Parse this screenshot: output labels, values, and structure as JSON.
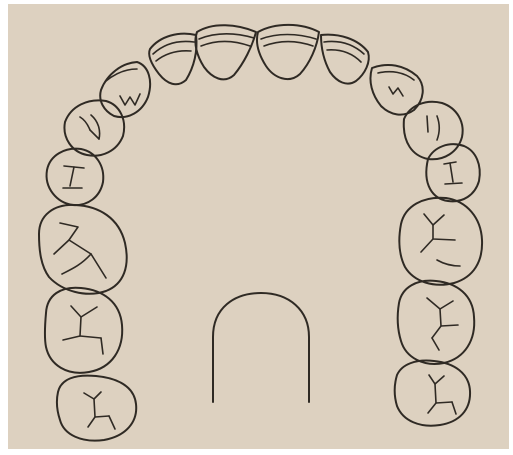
{
  "figure": {
    "paper_color": "#ddd1c0",
    "ink_color": "#2f2a24",
    "upper_arch": {
      "tooth_count": 16,
      "teeth_left": [
        "third-molar",
        "second-molar",
        "first-molar",
        "second-premolar",
        "first-premolar",
        "canine",
        "lateral-incisor",
        "central-incisor"
      ],
      "teeth_right": [
        "central-incisor",
        "lateral-incisor",
        "canine",
        "first-premolar",
        "second-premolar",
        "first-molar",
        "second-molar",
        "third-molar"
      ]
    },
    "palate_outline": true
  }
}
